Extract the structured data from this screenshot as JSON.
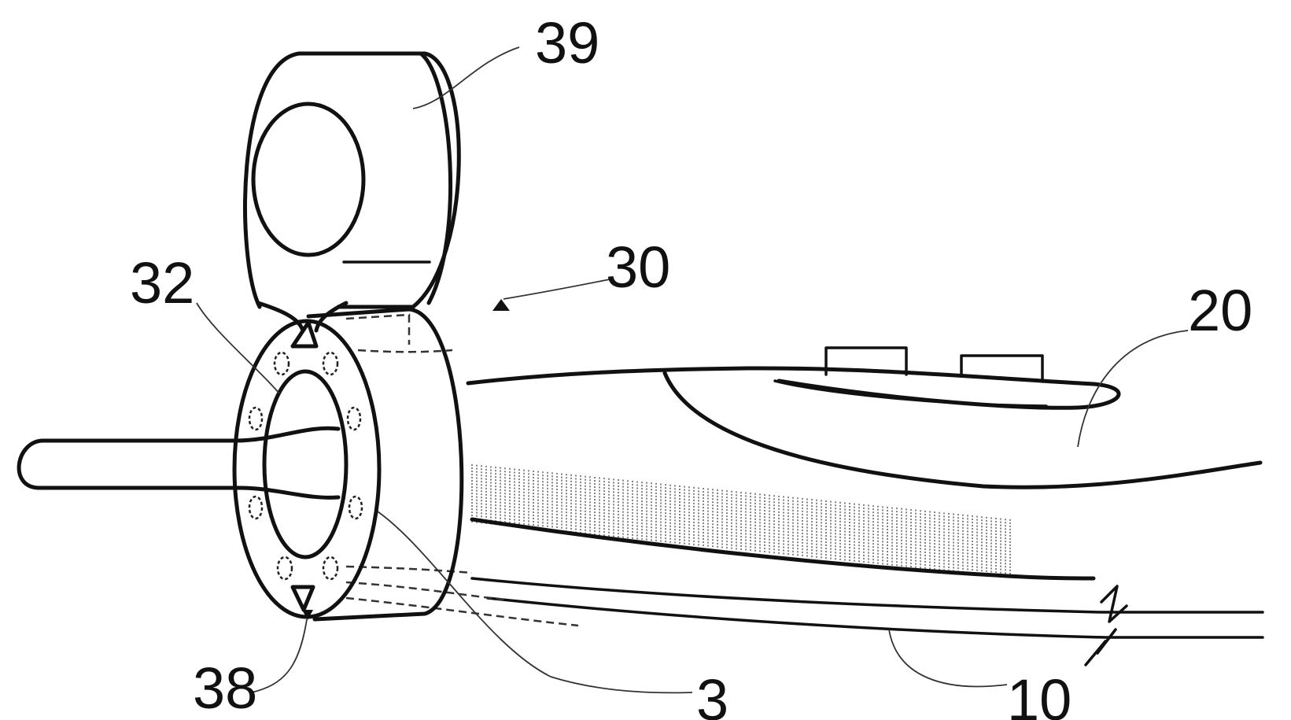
{
  "figure": {
    "labels": {
      "l39": "39",
      "l30": "30",
      "l32": "32",
      "l20": "20",
      "l38": "38",
      "l3": "3",
      "l10": "10"
    }
  },
  "colors": {
    "line": "#111111",
    "background": "#ffffff"
  }
}
